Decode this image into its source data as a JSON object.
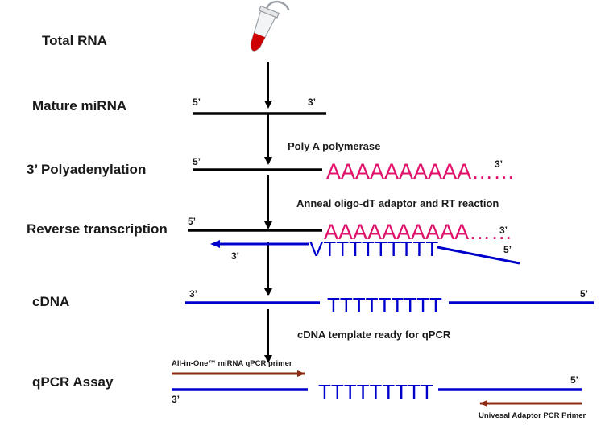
{
  "colors": {
    "rna_strand": "#000000",
    "cdna_strand": "#0000cc",
    "poly_a": "#e0106a",
    "primer_arrow": "#8b2a10",
    "tube_liquid": "#cc0000"
  },
  "icons": {
    "tube": "microcentrifuge-tube-icon"
  },
  "steps": [
    {
      "label": "Total RNA"
    },
    {
      "label": "Mature miRNA",
      "five": "5’",
      "three": "3’"
    },
    {
      "label": "3’ Polyadenylation",
      "five": "5’",
      "three": "3’",
      "poly_a": "AAAAAAAAAA……"
    },
    {
      "label": "Reverse transcription",
      "five": "5’",
      "three": "3’",
      "poly_a": "AAAAAAAAAA……",
      "poly_t": "VTTTTTTTTT",
      "cdna_three": "3’",
      "cdna_five": "5’"
    },
    {
      "label": "cDNA",
      "three": "3’",
      "five": "5’",
      "poly_t": "TTTTTTTTT"
    },
    {
      "label": "qPCR Assay",
      "three": "3’",
      "five": "5’",
      "poly_t": "TTTTTTTTT",
      "forward_primer": "All-in-One™ miRNA qPCR primer",
      "reverse_primer": "Univesal Adaptor PCR Primer"
    }
  ],
  "notes": {
    "polymerase": "Poly A polymerase",
    "anneal": "Anneal oligo-dT adaptor and RT reaction",
    "ready": "cDNA template ready for  qPCR"
  }
}
